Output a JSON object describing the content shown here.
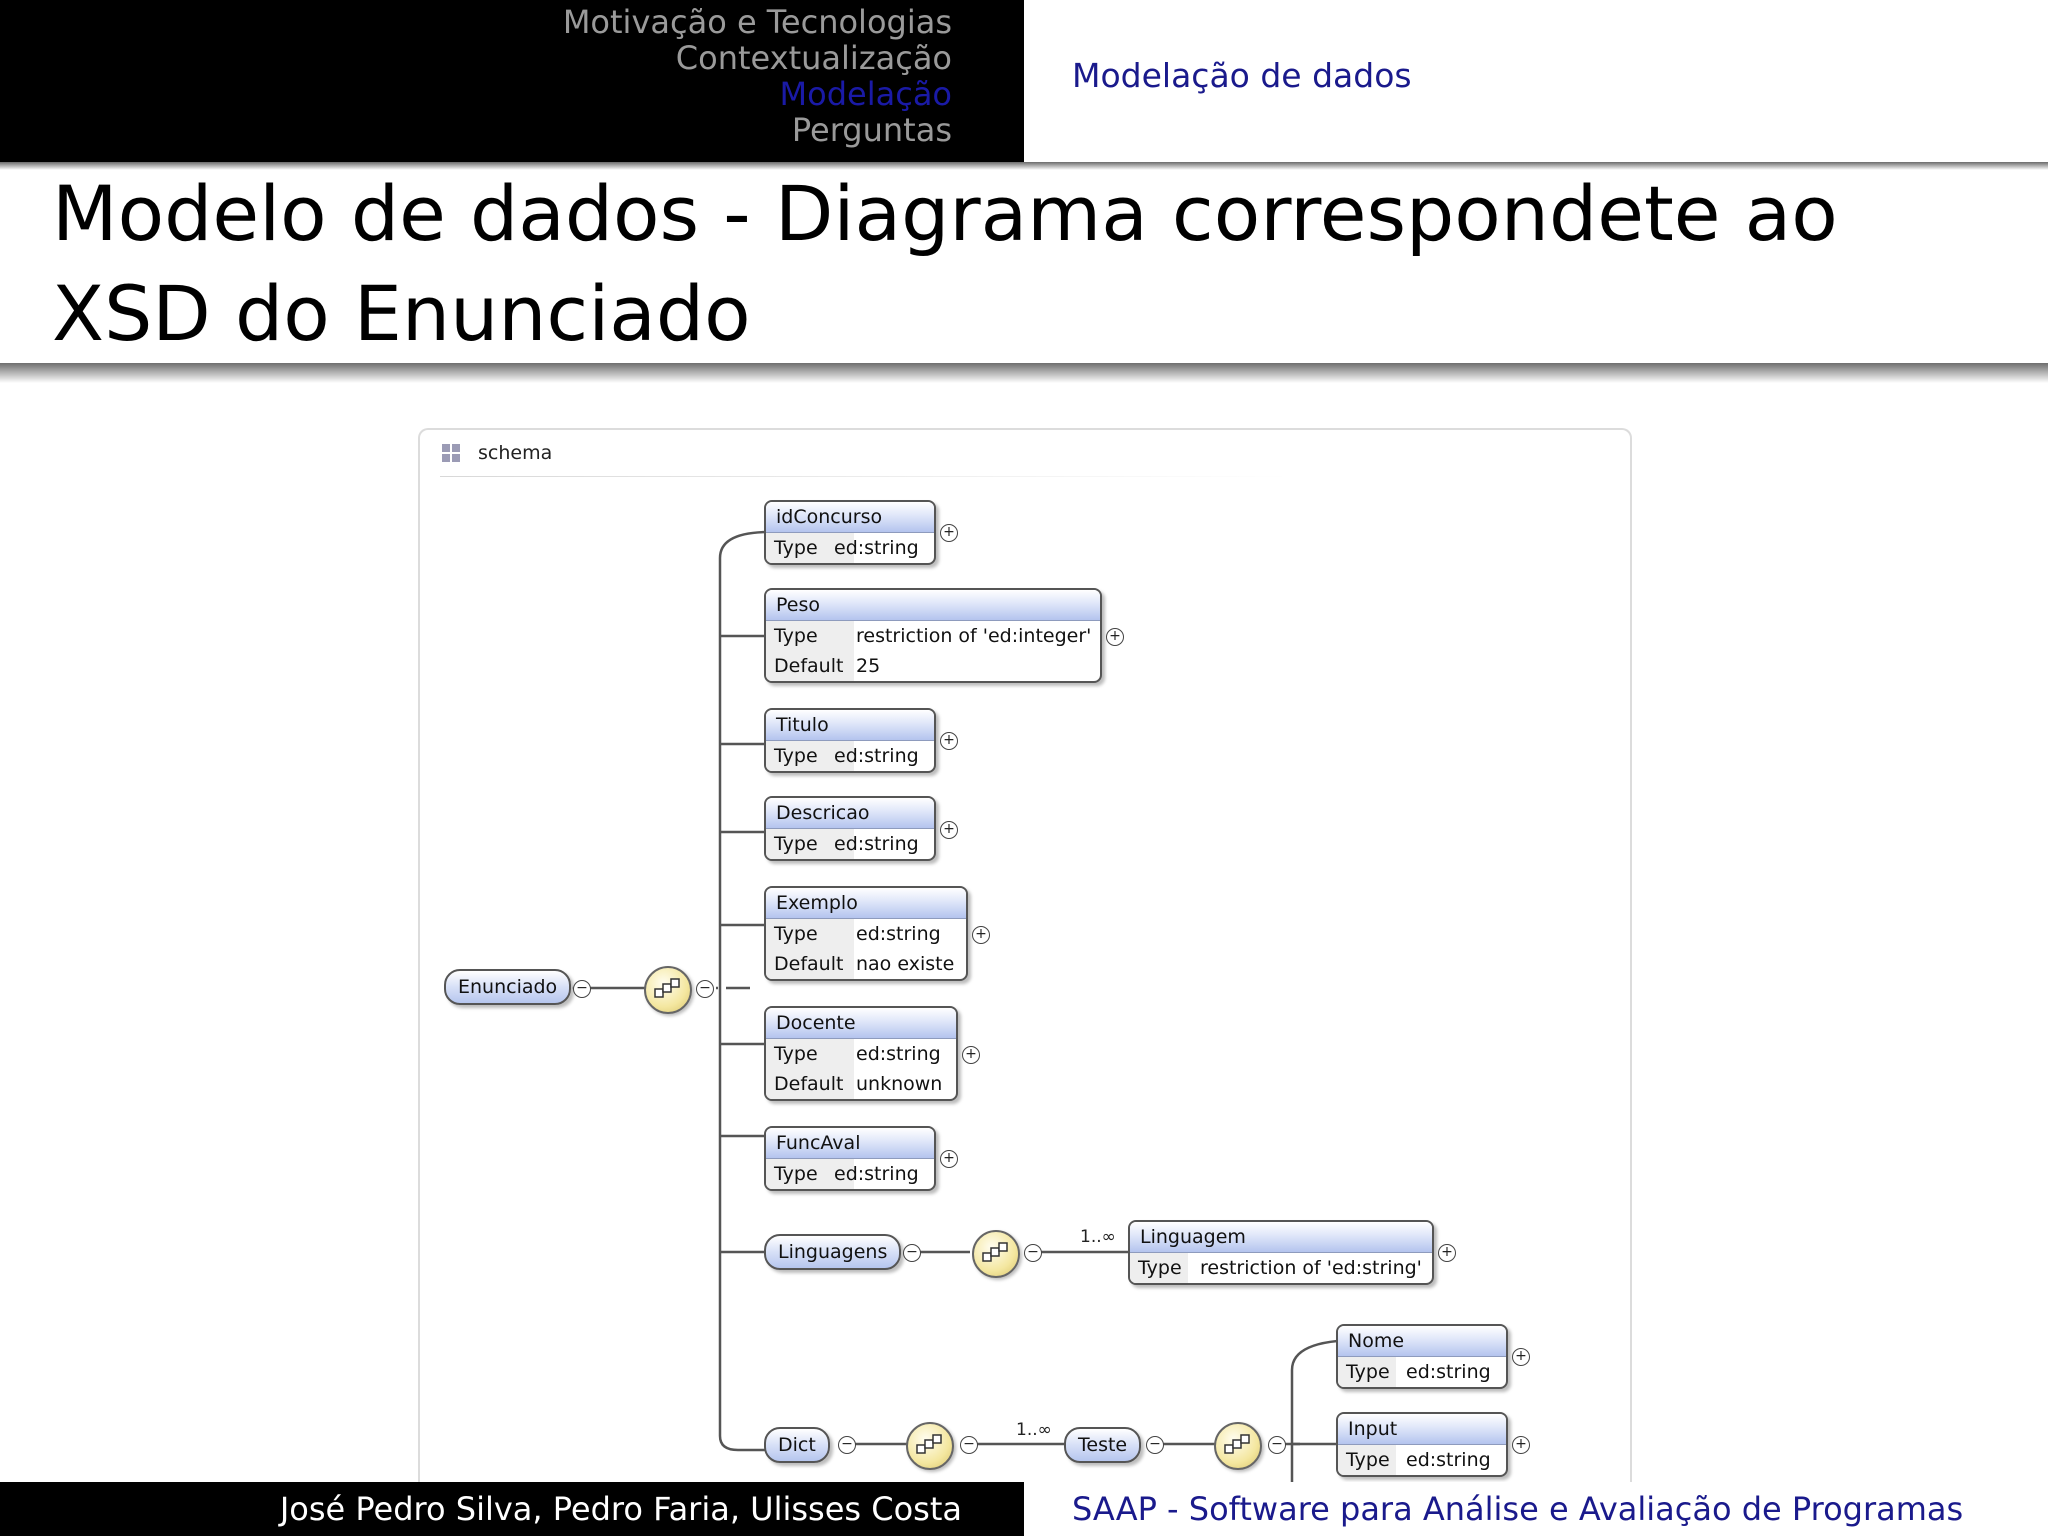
{
  "nav": {
    "sections": [
      "Motivação e Tecnologias",
      "Contextualização",
      "Modelação",
      "Perguntas"
    ],
    "subsection": "Modelação de dados"
  },
  "slide": {
    "title": "Modelo de dados - Diagrama correspondete ao XSD do Enunciado"
  },
  "footer": {
    "authors": "José Pedro Silva, Pedro Faria, Ulisses Costa",
    "presentation": "SAAP - Software para Análise e Avaliação de Programas"
  },
  "colors": {
    "active_section": "#1a1aa6",
    "header_bg": "#000000",
    "link": "#1a1a8c"
  },
  "diagram": {
    "panel_label": "schema",
    "root": "Enunciado",
    "row_key_type": "Type",
    "row_key_default": "Default",
    "elements": [
      {
        "name": "idConcurso",
        "type": "ed:string"
      },
      {
        "name": "Peso",
        "type": "restriction of 'ed:integer'",
        "default": "25"
      },
      {
        "name": "Titulo",
        "type": "ed:string"
      },
      {
        "name": "Descricao",
        "type": "ed:string"
      },
      {
        "name": "Exemplo",
        "type": "ed:string",
        "default": "nao existe"
      },
      {
        "name": "Docente",
        "type": "ed:string",
        "default": "unknown"
      },
      {
        "name": "FuncAval",
        "type": "ed:string"
      }
    ],
    "linguagens": {
      "name": "Linguagens",
      "cardinality": "1..∞",
      "child": {
        "name": "Linguagem",
        "type": "restriction of 'ed:string'"
      }
    },
    "dict": {
      "name": "Dict",
      "cardinality": "1..∞",
      "child": "Teste",
      "grandchildren": [
        {
          "name": "Nome",
          "type": "ed:string"
        },
        {
          "name": "Input",
          "type": "ed:string"
        }
      ]
    }
  }
}
